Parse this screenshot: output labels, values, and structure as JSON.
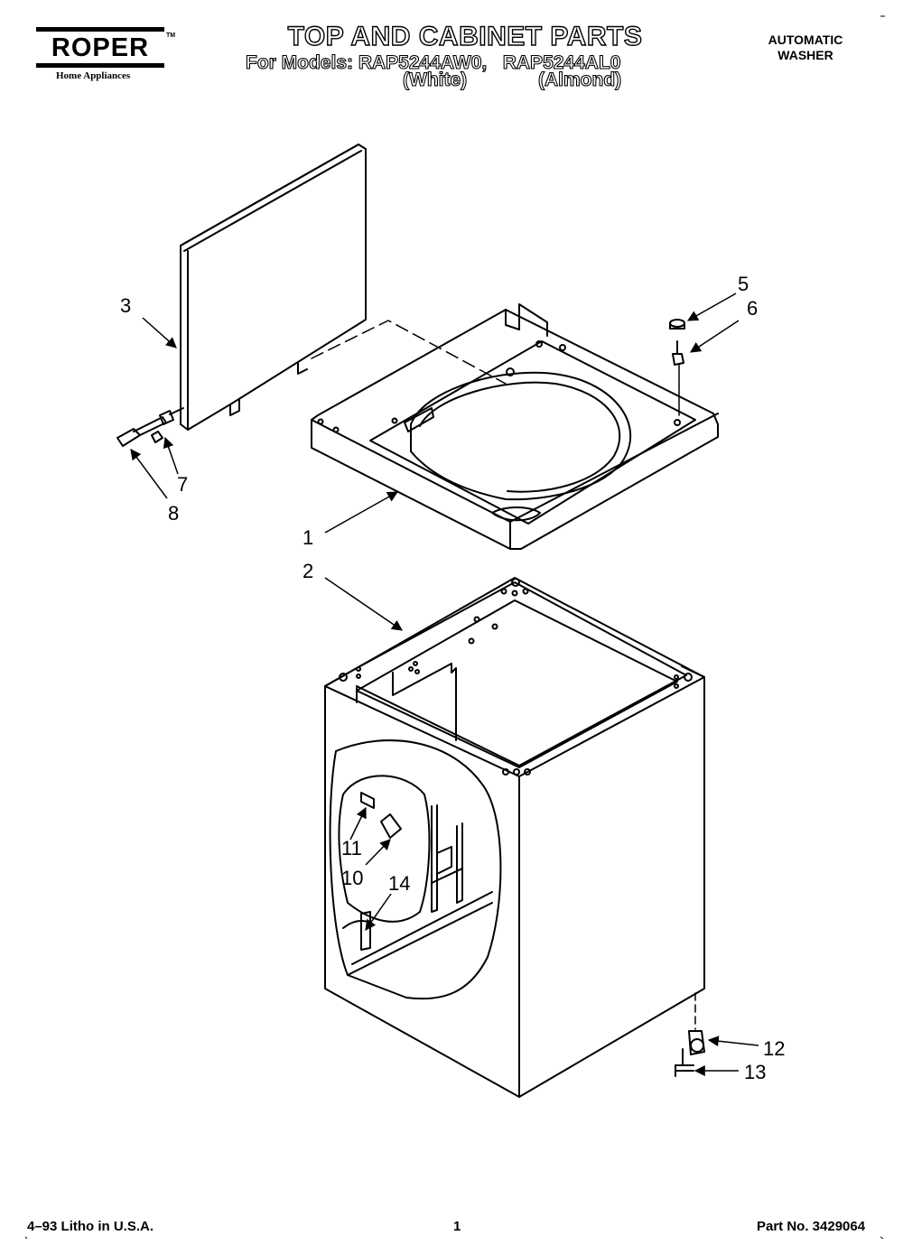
{
  "header": {
    "brand": "ROPER",
    "trademark": "TM",
    "brand_sub": "Home Appliances",
    "title": "TOP AND CABINET PARTS",
    "models_line": "For Models: RAP5244AW0,   RAP5244AL0",
    "variant_white": "(White)",
    "variant_almond": "(Almond)",
    "appliance_line1": "AUTOMATIC",
    "appliance_line2": "WASHER"
  },
  "callouts": {
    "c1": "1",
    "c2": "2",
    "c3": "3",
    "c5": "5",
    "c6": "6",
    "c7": "7",
    "c8": "8",
    "c10": "10",
    "c11": "11",
    "c12": "12",
    "c13": "13",
    "c14": "14"
  },
  "footer": {
    "litho": "4–93 Litho in U.S.A.",
    "page": "1",
    "part_no": "Part No. 3429064"
  }
}
